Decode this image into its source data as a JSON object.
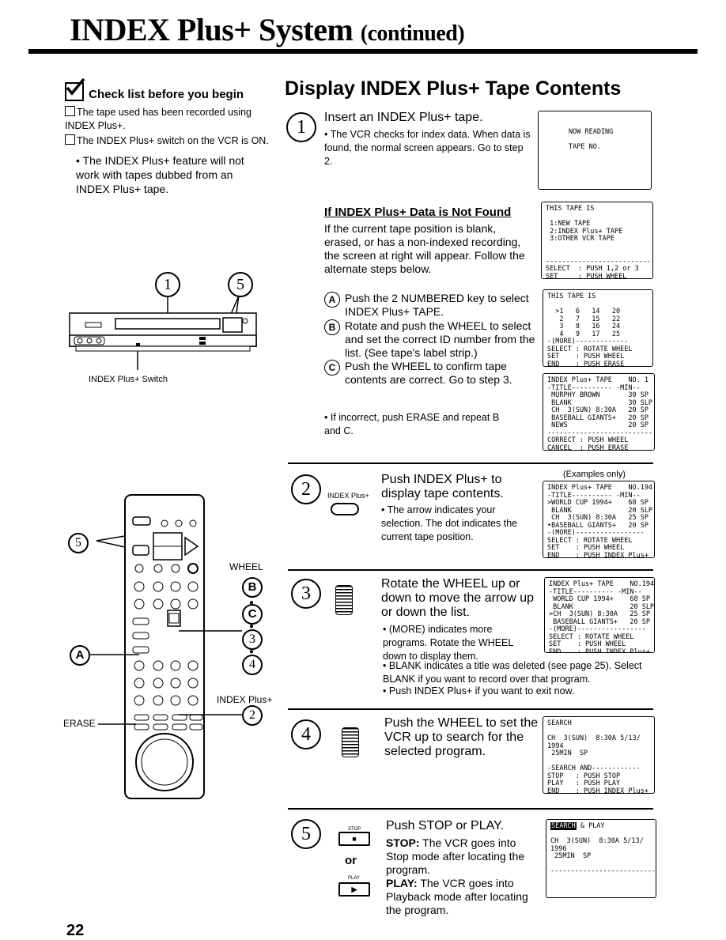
{
  "header": {
    "title_main": "INDEX Plus+ System",
    "title_sub": "(continued)"
  },
  "checklist": {
    "heading": "Check list before you begin",
    "items": [
      "The tape used has been recorded using INDEX Plus+.",
      "The INDEX Plus+ switch on the VCR is ON."
    ],
    "note": "The INDEX Plus+ feature will not work with tapes dubbed from an INDEX Plus+ tape."
  },
  "vcr_figure": {
    "callout_1": "1",
    "callout_5": "5",
    "caption": "INDEX Plus+ Switch"
  },
  "remote_figure": {
    "wheel_label": "WHEEL",
    "index_label": "INDEX Plus+",
    "erase_label": "ERASE",
    "callout_5": "5",
    "callout_A": "A",
    "callout_B": "B",
    "callout_C": "C",
    "callout_3": "3",
    "callout_4": "4",
    "callout_2": "2"
  },
  "section": {
    "title": "Display INDEX Plus+ Tape Contents"
  },
  "step1": {
    "num": "1",
    "heading": "Insert an INDEX Plus+ tape.",
    "bullet": "The VCR checks for index data. When data is found, the normal screen appears. Go to step 2.",
    "screen": "NOW READING\n\nTAPE NO."
  },
  "notfound": {
    "heading": "If INDEX Plus+ Data is Not Found",
    "text": "If the current tape position is blank, erased, or has a non-indexed recording, the screen at right will appear. Follow the alternate steps below.",
    "screen": "THIS TAPE IS\n\n 1:NEW TAPE\n 2:INDEX Plus+ TAPE\n 3:OTHER VCR TAPE\n\n\n---------------------------\nSELECT  : PUSH 1,2 or 3\nSET     : PUSH WHEEL",
    "stepA_label": "A",
    "stepA": "Push the 2 NUMBERED key to select INDEX Plus+ TAPE.",
    "stepB_label": "B",
    "stepB": "Rotate and push the WHEEL to select and set the correct ID number from the list. (See tape's label strip.)",
    "stepC_label": "C",
    "stepC": "Push the WHEEL to confirm tape contents are correct. Go to step 3.",
    "bullet": "If incorrect, push ERASE and repeat B and C.",
    "screen_b": "THIS TAPE IS\n\n  >1   6   14   20\n   2   7   15   22\n   3   8   16   24\n   4   9   17   25\n-(MORE)-------------\nSELECT : ROTATE WHEEL\nSET    : PUSH WHEEL\nEND    : PUSH ERASE",
    "screen_c": "INDEX Plus+ TAPE    NO. 1\n-TITLE---------- -MIN--\n MURPHY BROWN       30 SP\n BLANK              30 SLP\n CH  3(SUN) 8:30A   20 SP\n BASEBALL GIANTS+   20 SP\n NEWS               20 SP\n--------------------------\nCORRECT : PUSH WHEEL\nCANCEL  : PUSH ERASE"
  },
  "step2": {
    "num": "2",
    "button_label": "INDEX Plus+",
    "heading": "Push INDEX Plus+ to display tape contents.",
    "bullet": "The arrow indicates your selection. The dot indicates the current tape position.",
    "examples": "(Examples only)",
    "screen": "INDEX Plus+ TAPE    NO.194\n-TITLE---------- -MIN--\n>WORLD CUP 1994+    68 SP\n BLANK              20 SLP\n CH  3(SUN) 8:30A   25 SP\n•BASEBALL GIANTS+   20 SP\n-(MORE)-----------------\nSELECT : ROTATE WHEEL\nSET    : PUSH WHEEL\nEND    : PUSH INDEX Plus+"
  },
  "step3": {
    "num": "3",
    "heading": "Rotate the WHEEL up or down to move the arrow up or down the list.",
    "bullet1": "(MORE) indicates more programs. Rotate the WHEEL down to display them.",
    "bullet2": "BLANK indicates a title was deleted (see page 25). Select BLANK if you want to record over that program.",
    "bullet3": "Push INDEX Plus+ if you want to exit now.",
    "screen": "INDEX Plus+ TAPE    NO.194\n-TITLE---------- -MIN--\n WORLD CUP 1994+    68 SP\n BLANK              20 SLP\n>CH  3(SUN) 8:30A   25 SP\n BASEBALL GIANTS+   20 SP\n-(MORE)-----------------\nSELECT : ROTATE WHEEL\nSET    : PUSH WHEEL\nEND    : PUSH INDEX Plus+"
  },
  "step4": {
    "num": "4",
    "heading": "Push the WHEEL to set the VCR up to search for the selected program.",
    "screen": "SEARCH\n\nCH  3(SUN)  8:30A 5/13/\n1994\n 25MIN  SP\n\n-SEARCH AND------------\nSTOP   : PUSH STOP\nPLAY   : PUSH PLAY\nEND    : PUSH INDEX Plus+"
  },
  "step5": {
    "num": "5",
    "stop_btn": "STOP",
    "or_label": "or",
    "play_btn": "PLAY",
    "heading": "Push STOP or PLAY.",
    "stop_bold": "STOP:",
    "stop_text": "The VCR goes into Stop mode after locating the program.",
    "play_bold": "PLAY:",
    "play_text": "The VCR goes into Playback mode after locating the program.",
    "screen_badge": "SEARCH",
    "screen": " & PLAY\n\nCH  3(SUN)  8:30A 5/13/\n1996\n 25MIN  SP\n\n----------------------------"
  },
  "page_number": "22"
}
